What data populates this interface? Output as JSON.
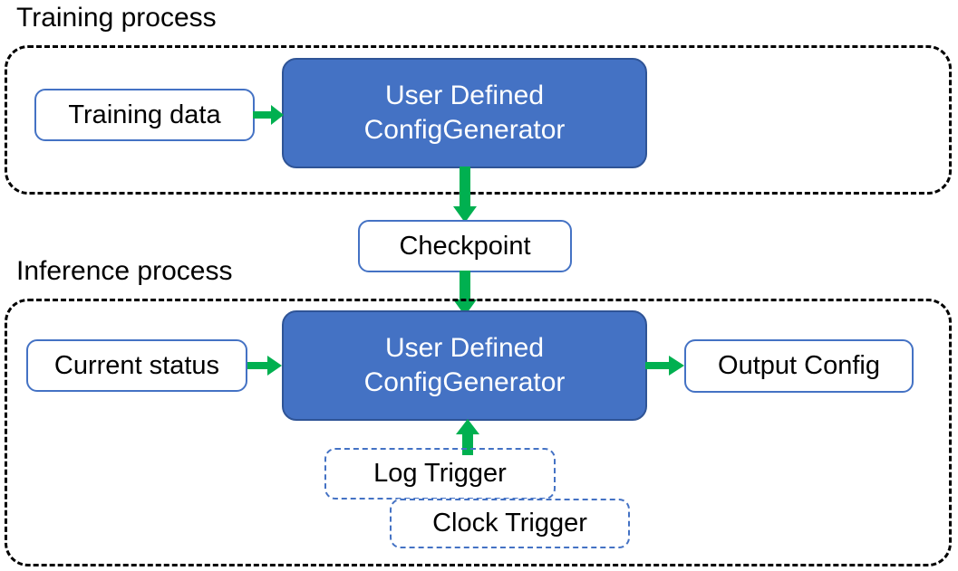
{
  "diagram": {
    "title_training": "Training process",
    "title_inference": "Inference process",
    "colors": {
      "process_fill": "#4472C4",
      "process_border": "#2F5496",
      "node_border": "#4472C4",
      "arrow_green": "#00B050",
      "container_border": "#000000",
      "text_dark": "#000000",
      "text_light": "#FFFFFF"
    }
  },
  "training": {
    "label": "Training process",
    "input": {
      "label": "Training data"
    },
    "processor": {
      "line1": "User Defined",
      "line2": "ConfigGenerator"
    }
  },
  "checkpoint": {
    "label": "Checkpoint"
  },
  "inference": {
    "label": "Inference process",
    "input": {
      "label": "Current status"
    },
    "processor": {
      "line1": "User Defined",
      "line2": "ConfigGenerator"
    },
    "output": {
      "label": "Output Config"
    },
    "triggers": [
      {
        "label": "Log Trigger"
      },
      {
        "label": "Clock Trigger"
      }
    ]
  },
  "arrows": [
    {
      "name": "training-data-to-processor",
      "direction": "right"
    },
    {
      "name": "training-processor-to-checkpoint",
      "direction": "down"
    },
    {
      "name": "checkpoint-to-inference-processor",
      "direction": "down"
    },
    {
      "name": "current-status-to-processor",
      "direction": "right"
    },
    {
      "name": "processor-to-output-config",
      "direction": "right"
    },
    {
      "name": "triggers-to-processor",
      "direction": "up"
    }
  ]
}
